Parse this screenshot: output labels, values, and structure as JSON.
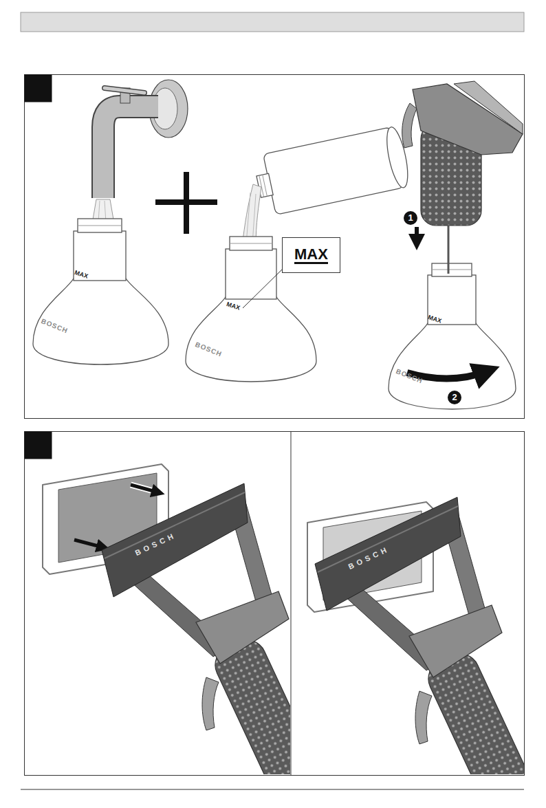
{
  "diagram": {
    "nodes": [
      {
        "text": [
          "MAX"
        ]
      }
    ],
    "labels": [
      "MAX",
      "BOSCH",
      "MAX",
      "BOSCH",
      "1",
      "MAX",
      "2",
      "BOSCH",
      "BOSCH",
      "BOSCH"
    ]
  }
}
